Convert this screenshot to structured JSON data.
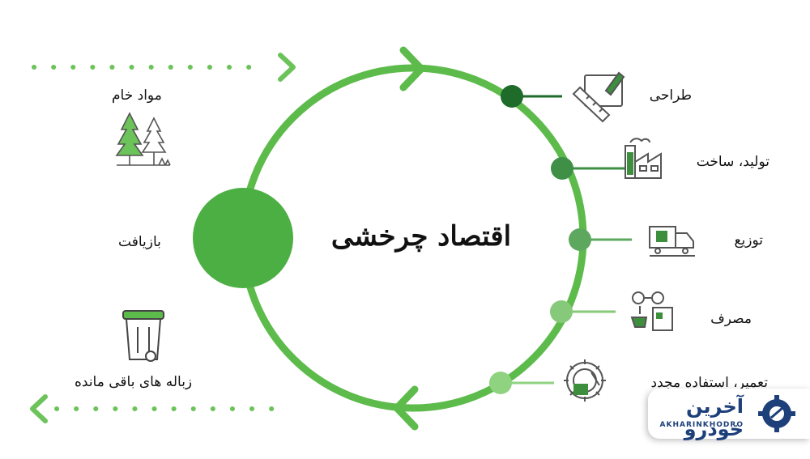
{
  "title": "اقتصاد چرخشی",
  "stages": [
    {
      "label": "طراحی",
      "icon": "design-ruler-icon",
      "color": "#1e6b2a"
    },
    {
      "label": "تولید، ساخت",
      "icon": "factory-icon",
      "color": "#3f8f46"
    },
    {
      "label": "توزیع",
      "icon": "delivery-truck-icon",
      "color": "#5ea75e"
    },
    {
      "label": "مصرف",
      "icon": "consumer-cart-icon",
      "color": "#86c97a"
    },
    {
      "label": "تعمیر، استفاده مجدد",
      "icon": "repair-gear-icon",
      "color": "#8fd381"
    }
  ],
  "left_labels": {
    "raw_materials": "مواد خام",
    "recycling": "بازیافت",
    "residual_waste": "زباله های باقی مانده"
  },
  "logo": {
    "text": "آخرین خودرو",
    "sub": "AKHARINKHODRO"
  },
  "colors": {
    "ring": "#5dbb4b",
    "big_dot": "#4caf44",
    "icon_green": "#3d8f3d",
    "logo_blue": "#1d3f7a"
  }
}
